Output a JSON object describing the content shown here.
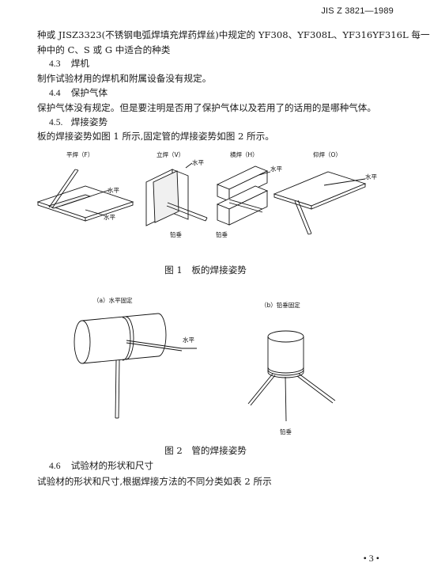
{
  "header": {
    "standard": "JIS Z 3821—1989"
  },
  "paragraph_intro": {
    "line1": "种或 JISZ3323(不锈钢电弧焊填充焊药焊丝)中规定的 YF308、YF308L、YF316YF316L 每一",
    "line2": "种中的 C、S 或 G 中适合的种类"
  },
  "section_4_3": {
    "number": "4.3",
    "title": "焊机",
    "body": "制作试验材用的焊机和附属设备没有规定。"
  },
  "section_4_4": {
    "number": "4.4",
    "title": "保护气体",
    "body": "保护气体没有规定。但是要注明是否用了保护气体以及若用了的话用的是哪种气体。"
  },
  "section_4_5": {
    "number": "4.5.",
    "title": "焊接姿势",
    "body": "板的焊接姿势如图 1 所示,固定管的焊接姿势如图 2 所示。"
  },
  "figure1": {
    "caption": "图 1　板的焊接姿势",
    "panels": {
      "flat": "平焊（F）",
      "vertical": "立焊（V）",
      "horizontal": "横焊（H）",
      "overhead": "仰焊（O）"
    },
    "labels": {
      "horizontal": "水平",
      "plumb": "铅垂"
    }
  },
  "figure2": {
    "caption": "图 2　管的焊接姿势",
    "panels": {
      "a": "（a）水平固定",
      "b": "（b）铅垂固定"
    },
    "labels": {
      "horizontal": "水平",
      "plumb": "铅垂"
    }
  },
  "section_4_6": {
    "number": "4.6",
    "title": "试验材的形状和尺寸",
    "body": "试验材的形状和尺寸,根据焊接方法的不同分类如表 2 所示"
  },
  "page": {
    "number": "• 3 •"
  }
}
